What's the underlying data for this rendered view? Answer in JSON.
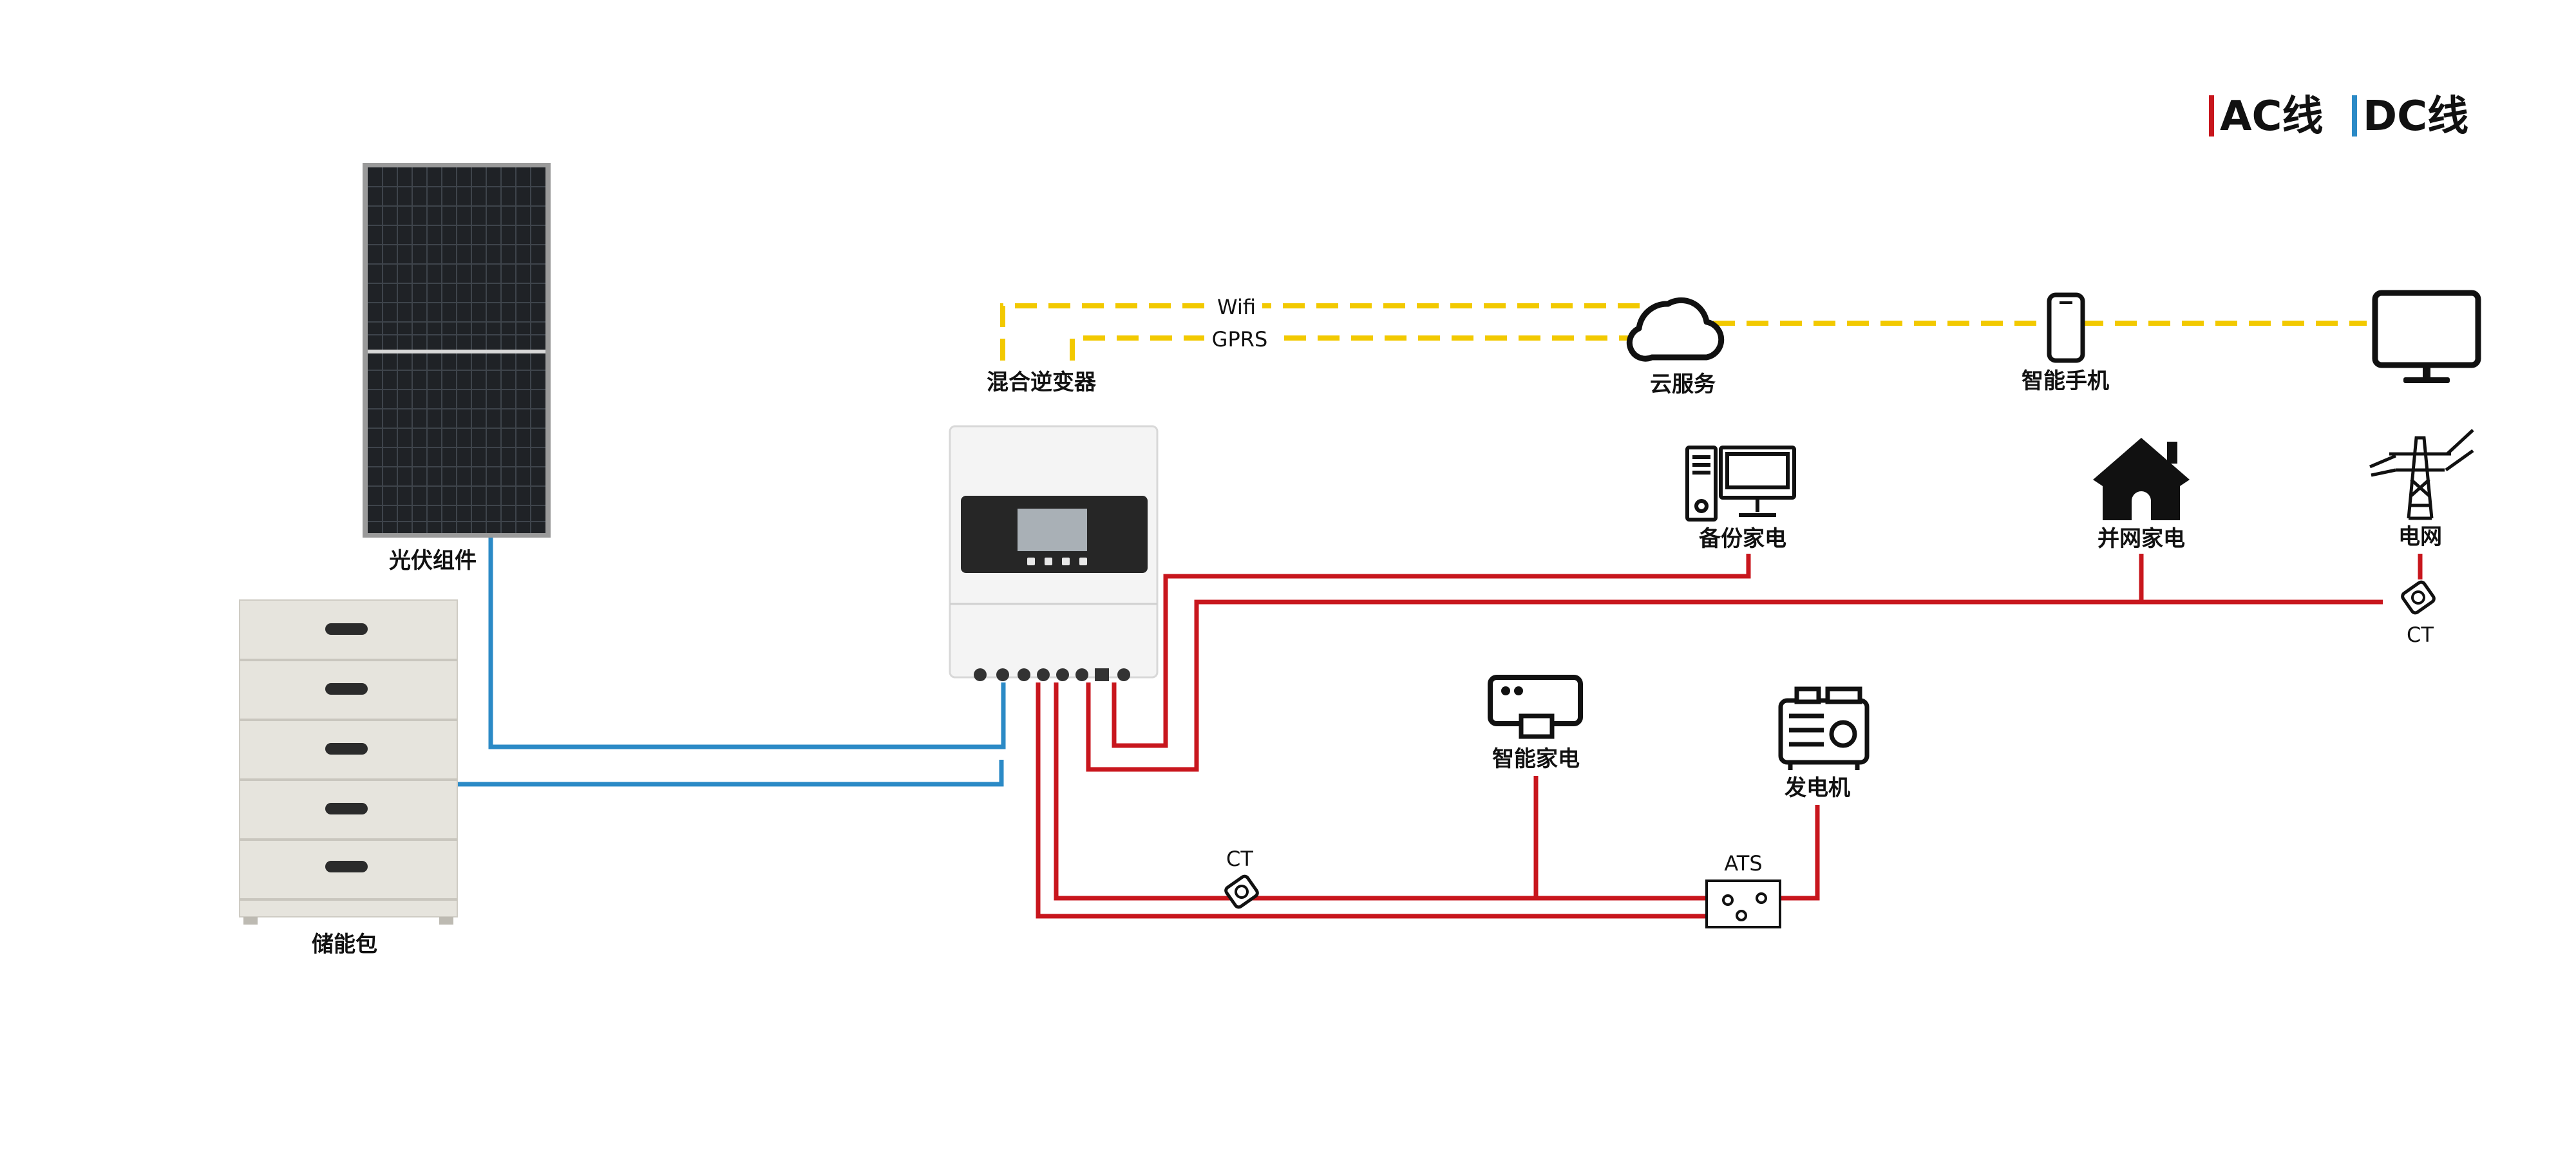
{
  "legend": {
    "ac": "AC线",
    "dc": "DC线"
  },
  "labels": {
    "pv": "光伏组件",
    "battery": "储能包",
    "inverter": "混合逆变器",
    "cloud": "云服务",
    "phone": "智能手机",
    "backup": "备份家电",
    "grid_load": "并网家电",
    "grid": "电网",
    "smart_load": "智能家电",
    "generator": "发电机",
    "ct_grid": "CT",
    "ct_smart": "CT",
    "ats": "ATS",
    "wifi": "Wifi",
    "gprs": "GPRS"
  },
  "colors": {
    "ac": "#c8161d",
    "dc": "#2b8ac6",
    "comm": "#f2c900",
    "icon": "#111111"
  }
}
